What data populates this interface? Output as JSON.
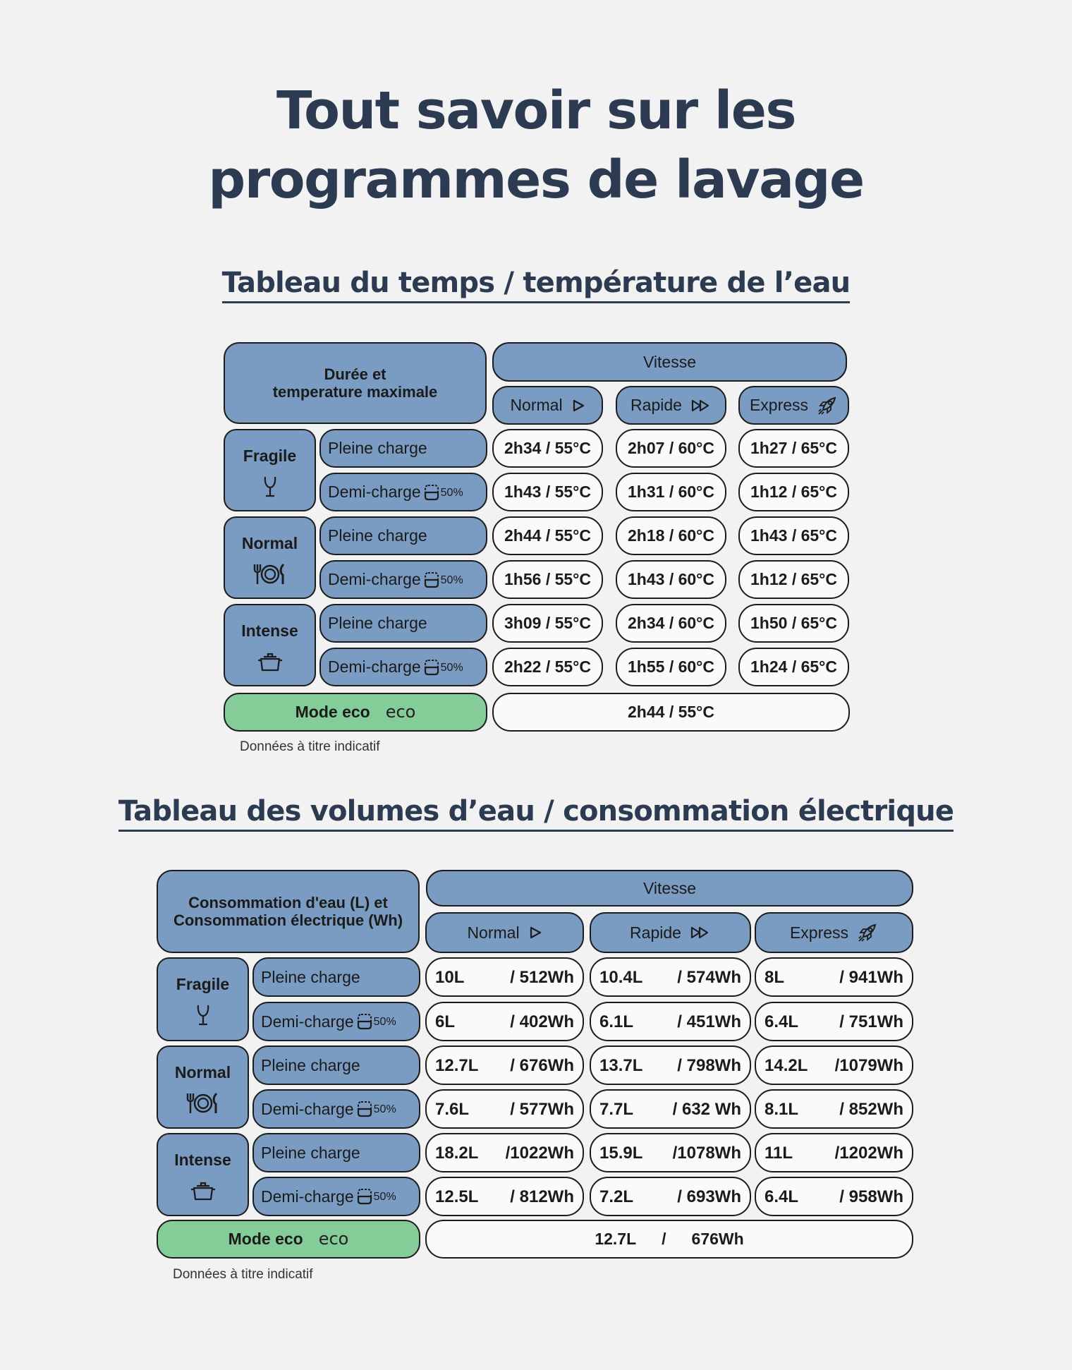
{
  "title_line1": "Tout savoir sur les",
  "title_line2": "programmes de lavage",
  "table1": {
    "heading": "Tableau du temps / température de l’eau",
    "header_label_line1": "Durée et",
    "header_label_line2": "temperature maximale",
    "speed_label": "Vitesse",
    "speeds": [
      "Normal",
      "Rapide",
      "Express"
    ],
    "programs": [
      "Fragile",
      "Normal",
      "Intense"
    ],
    "full_load": "Pleine charge",
    "half_load": "Demi-charge",
    "half_pct": "50%",
    "rows": [
      [
        "2h34 / 55°C",
        "2h07 / 60°C",
        "1h27 / 65°C"
      ],
      [
        "1h43 / 55°C",
        "1h31 / 60°C",
        "1h12 / 65°C"
      ],
      [
        "2h44 / 55°C",
        "2h18 / 60°C",
        "1h43 / 65°C"
      ],
      [
        "1h56 / 55°C",
        "1h43 / 60°C",
        "1h12 / 65°C"
      ],
      [
        "3h09 / 55°C",
        "2h34 / 60°C",
        "1h50 / 65°C"
      ],
      [
        "2h22 / 55°C",
        "1h55 / 60°C",
        "1h24 / 65°C"
      ]
    ],
    "eco_label": "Mode eco",
    "eco_mark": "eco",
    "eco_value": "2h44 / 55°C",
    "note": "Données à titre indicatif"
  },
  "table2": {
    "heading": "Tableau des volumes d’eau / consommation électrique",
    "header_label_line1": "Consommation d'eau (L) et",
    "header_label_line2": "Consommation électrique (Wh)",
    "speed_label": "Vitesse",
    "speeds": [
      "Normal",
      "Rapide",
      "Express"
    ],
    "programs": [
      "Fragile",
      "Normal",
      "Intense"
    ],
    "full_load": "Pleine charge",
    "half_load": "Demi-charge",
    "half_pct": "50%",
    "rows": [
      [
        [
          "10L",
          "/ 512Wh"
        ],
        [
          "10.4L",
          "/ 574Wh"
        ],
        [
          "8L",
          "/ 941Wh"
        ]
      ],
      [
        [
          "6L",
          "/ 402Wh"
        ],
        [
          "6.1L",
          "/ 451Wh"
        ],
        [
          "6.4L",
          "/ 751Wh"
        ]
      ],
      [
        [
          "12.7L",
          "/ 676Wh"
        ],
        [
          "13.7L",
          "/ 798Wh"
        ],
        [
          "14.2L",
          "/1079Wh"
        ]
      ],
      [
        [
          "7.6L",
          "/ 577Wh"
        ],
        [
          "7.7L",
          "/ 632 Wh"
        ],
        [
          "8.1L",
          "/ 852Wh"
        ]
      ],
      [
        [
          "18.2L",
          "/1022Wh"
        ],
        [
          "15.9L",
          "/1078Wh"
        ],
        [
          "11L",
          "/1202Wh"
        ]
      ],
      [
        [
          "12.5L",
          "/ 812Wh"
        ],
        [
          "7.2L",
          "/ 693Wh"
        ],
        [
          "6.4L",
          "/ 958Wh"
        ]
      ]
    ],
    "eco_label": "Mode eco",
    "eco_mark": "eco",
    "eco_value_l": "12.7L",
    "eco_value_sep": "/",
    "eco_value_wh": "676Wh",
    "note": "Données à  titre indicatif"
  },
  "icons": {
    "speed_normal": "play-icon",
    "speed_rapide": "fast-forward-icon",
    "speed_express": "rocket-icon",
    "fragile": "wine-glass-icon",
    "normal": "plate-cutlery-icon",
    "intense": "pot-icon",
    "half": "half-load-icon"
  }
}
